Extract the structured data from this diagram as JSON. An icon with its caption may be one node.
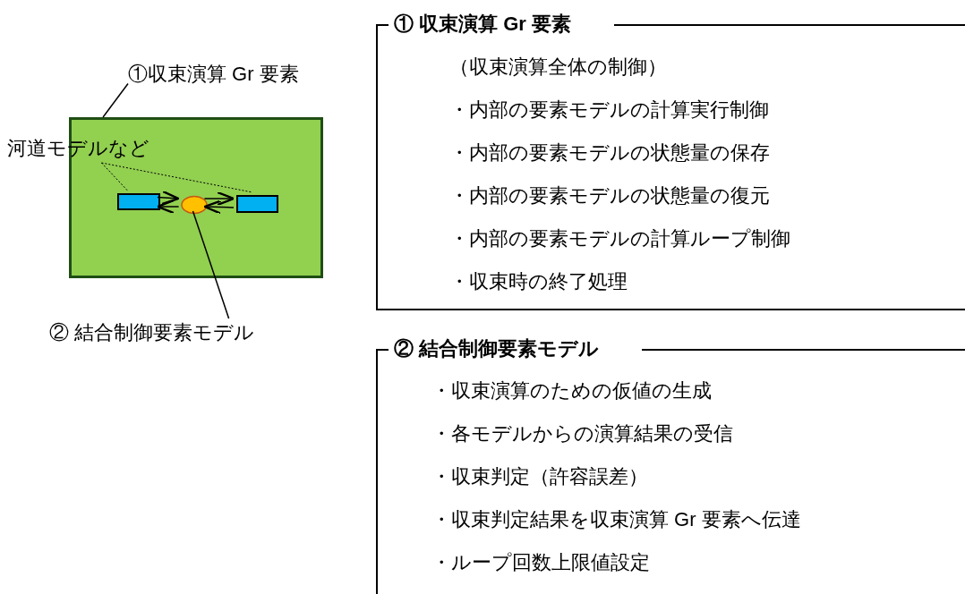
{
  "diagram": {
    "nodes": [
      {
        "text": [
          "①収束演算 Gr 要素"
        ]
      },
      {
        "text": [],
        "shape": "box"
      },
      {
        "text": [
          "河道モデルなど"
        ]
      },
      {
        "text": [],
        "shape": "box",
        "in": 1
      },
      {
        "text": [],
        "shape": "circle",
        "in": 1
      },
      {
        "text": [],
        "shape": "box",
        "in": 1
      },
      {
        "text": [
          "② 結合制御要素モデル"
        ]
      },
      {
        "text": [
          "① 収束演算 Gr 要素",
          "（収束演算全体の制御）",
          "・内部の要素モデルの計算実行制御",
          "・内部の要素モデルの状態量の保存",
          "・内部の要素モデルの状態量の復元",
          "・内部の要素モデルの計算ループ制御",
          "・収束時の終了処理"
        ]
      },
      {
        "text": [
          "② 結合制御要素モデル",
          "・収束演算のための仮値の生成",
          "・各モデルからの演算結果の受信",
          "・収束判定（許容誤差）",
          "・収束判定結果を収束演算 Gr 要素へ伝達",
          "・ループ回数上限値設定"
        ]
      }
    ],
    "edges": [
      {
        "from": 0,
        "to": 1,
        "arrow": "none"
      },
      {
        "from": 2,
        "to": 3,
        "arrow": "none",
        "style": "dashed"
      },
      {
        "from": 2,
        "to": 5,
        "arrow": "none",
        "style": "dashed"
      },
      {
        "from": 3,
        "to": 4,
        "arrow": "to"
      },
      {
        "from": 4,
        "to": 3,
        "arrow": "to"
      },
      {
        "from": 4,
        "to": 5,
        "arrow": "to"
      },
      {
        "from": 5,
        "to": 4,
        "arrow": "to"
      },
      {
        "from": 6,
        "to": 4,
        "arrow": "none"
      }
    ]
  }
}
